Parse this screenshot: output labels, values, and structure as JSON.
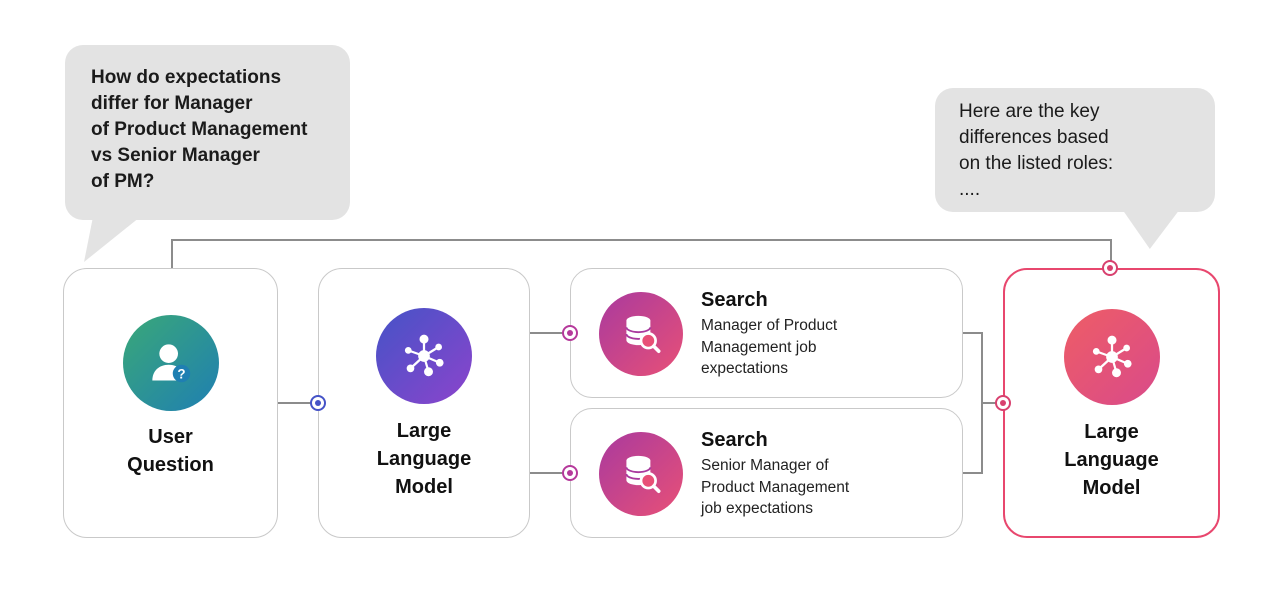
{
  "bubbles": {
    "question": {
      "text": "How do expectations\ndiffer for Manager\nof Product Management\nvs Senior Manager\nof PM?"
    },
    "answer": {
      "text": "Here are the key\ndifferences based\non the listed roles:\n...."
    }
  },
  "nodes": {
    "user_question": {
      "label": "User\nQuestion",
      "icon": "person-question-icon"
    },
    "llm_left": {
      "label": "Large\nLanguage\nModel",
      "icon": "network-graph-icon"
    },
    "search_top": {
      "title": "Search",
      "body": "Manager of Product Management job expectations",
      "icon": "database-magnifier-icon"
    },
    "search_bottom": {
      "title": "Search",
      "body": "Senior Manager of Product Management job expectations",
      "icon": "database-magnifier-icon"
    },
    "llm_right": {
      "label": "Large\nLanguage\nModel",
      "icon": "network-graph-icon"
    }
  },
  "colors": {
    "bubble-bg": "#e3e3e3",
    "text": "#1b1b1b",
    "box-border": "#c9c9c9",
    "line": "#8c8c8c",
    "pink-border": "#e8476e",
    "teal-a": "#3aa878",
    "teal-b": "#1f7fb2",
    "purple-a": "#4553c7",
    "purple-b": "#8c44cc",
    "magenta-a": "#a93a9e",
    "magenta-b": "#e85077",
    "red-a": "#ee5d66",
    "red-b": "#d94a8a",
    "dot-purple": "#4553c7",
    "dot-magenta": "#b5399b",
    "dot-pink": "#d8416f"
  }
}
